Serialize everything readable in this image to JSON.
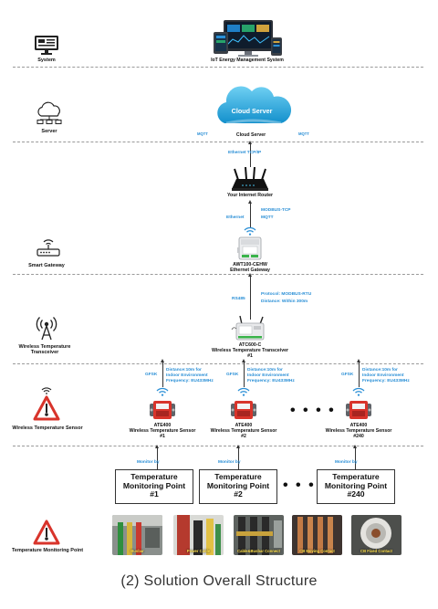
{
  "layers": {
    "system": "System",
    "server": "Server",
    "gateway": "Smart Gateway",
    "transceiver": "Wireless Temperature Transceiver",
    "sensor": "Wireless Temperature Sensor",
    "point": "Temperature Monitoring Point"
  },
  "iot_system": "IoT Energy Management System",
  "cloud": {
    "label": "Cloud Server",
    "caption": "Cloud Server",
    "mqtt_left": "MQTT",
    "mqtt_right": "MQTT"
  },
  "links": {
    "router_to_cloud": "Ethernet  TCP/IP",
    "gw_eth": "Ethernet",
    "gw_protocol_1": "MODBUS-TCP",
    "gw_protocol_2": "MQTT",
    "rs485": "RS485",
    "rtu_line_1": "Protocol: MODBUS-RTU",
    "rtu_line_2": "Distance: Within 300m",
    "monitor_by": "Monitor  by"
  },
  "router": "Your Internet Router",
  "gateway": {
    "model": "AWT100-CEHW",
    "name": "Ethernet Gateway"
  },
  "transceiver": {
    "model": "ATC600-C",
    "name": "Wireless Temperature Transceiver",
    "number": "#1"
  },
  "sensors": [
    {
      "gfsk": "GFSK",
      "line1": "Distance:10m for",
      "line2": "Indoor Environment",
      "line3": "Frequency: EU433MHz",
      "model": "ATE400",
      "name": "Wireless Temperature Sensor",
      "number": "#1"
    },
    {
      "gfsk": "GFSK",
      "line1": "Distance:10m for",
      "line2": "Indoor Environment",
      "line3": "Frequency: EU433MHz",
      "model": "ATE400",
      "name": "Wireless Temperature Sensor",
      "number": "#2"
    },
    {
      "gfsk": "GFSK",
      "line1": "Distance:10m for",
      "line2": "Indoor Environment",
      "line3": "Frequency: EU433MHz",
      "model": "ATE400",
      "name": "Wireless Temperature Sensor",
      "number": "#240"
    }
  ],
  "points": [
    {
      "line1": "Temperature",
      "line2": "Monitoring Point",
      "number": "#1"
    },
    {
      "line1": "Temperature",
      "line2": "Monitoring Point",
      "number": "#2"
    },
    {
      "line1": "Temperature",
      "line2": "Monitoring Point",
      "number": "#240"
    }
  ],
  "ellipsis": "• • • •",
  "photos": [
    "Busbar",
    "Power Cable",
    "Cable&Busbar Connect",
    "CB Moving Contact",
    "CB Fixed Contact"
  ],
  "caption": "(2) Solution Overall Structure",
  "colors": {
    "accent": "#2a8fd6",
    "warning_red": "#d8342b",
    "cloud": "#1aa0d8"
  },
  "icons": [
    "monitor-icon",
    "cloud-icon",
    "router-icon",
    "antenna-icon",
    "warning-triangle-icon",
    "wifi-icon"
  ]
}
